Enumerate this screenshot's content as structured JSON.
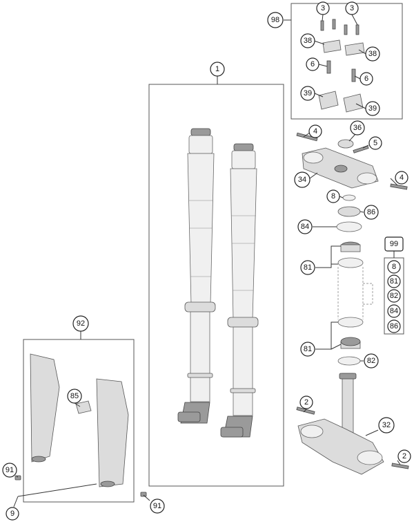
{
  "callouts": {
    "c1": "1",
    "c98": "98",
    "c3a": "3",
    "c3b": "3",
    "c38a": "38",
    "c38b": "38",
    "c6a": "6",
    "c6b": "6",
    "c39a": "39",
    "c39b": "39",
    "c4a": "4",
    "c36": "36",
    "c5": "5",
    "c4b": "4",
    "c34": "34",
    "c8a": "8",
    "c86a": "86",
    "c84a": "84",
    "c81a": "81",
    "c81b": "81",
    "c82a": "82",
    "c99": "99",
    "k8": "8",
    "k81": "81",
    "k82": "82",
    "k84": "84",
    "k86": "86",
    "c92": "92",
    "c85": "85",
    "c91a": "91",
    "c91b": "91",
    "c9": "9",
    "c2a": "2",
    "c32": "32",
    "c2b": "2"
  }
}
